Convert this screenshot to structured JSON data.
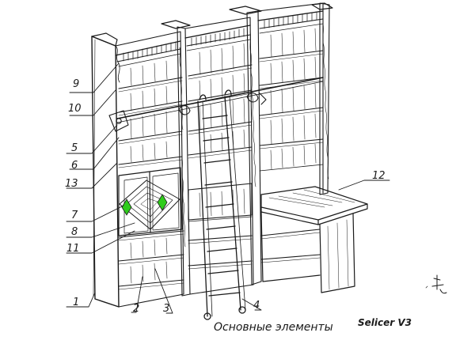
{
  "diagram": {
    "caption": "Основные элементы",
    "signature": "Selicer V3",
    "colors": {
      "ink": "#1a1a1a",
      "highlight": "#2ecc1a",
      "paper": "#ffffff"
    },
    "labels": [
      "9",
      "10",
      "5",
      "6",
      "13",
      "7",
      "8",
      "11",
      "1",
      "2",
      "3",
      "4",
      "12"
    ]
  }
}
